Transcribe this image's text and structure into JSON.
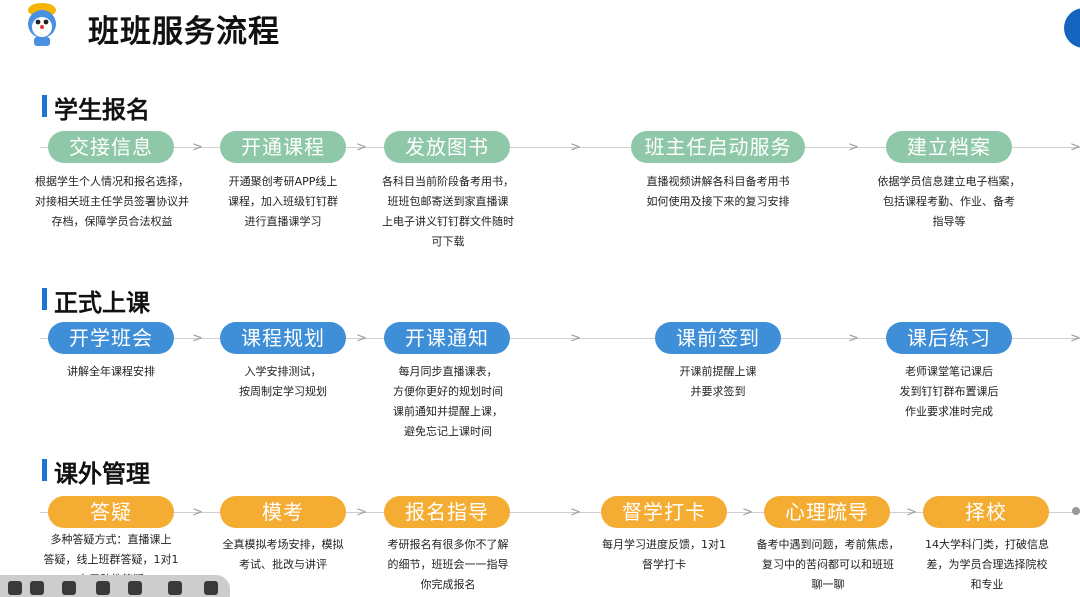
{
  "header": {
    "title": "班班服务流程"
  },
  "sections": [
    {
      "title": "学生报名",
      "steps": [
        {
          "label": "交接信息",
          "desc": [
            "根据学生个人情况和报名选择，",
            "对接相关班主任学员签署协议并",
            "存档，保障学员合法权益"
          ]
        },
        {
          "label": "开通课程",
          "desc": [
            "开通聚创考研APP线上",
            "课程，加入班级钉钉群",
            "进行直播课学习"
          ]
        },
        {
          "label": "发放图书",
          "desc": [
            "各科目当前阶段备考用书，",
            "班班包邮寄送到家直播课",
            "上电子讲义钉钉群文件随时",
            "可下载"
          ]
        },
        {
          "label": "班主任启动服务",
          "desc": [
            "直播视频讲解各科目备考用书",
            "如何使用及接下来的复习安排"
          ]
        },
        {
          "label": "建立档案",
          "desc": [
            "依据学员信息建立电子档案，",
            "包括课程考勤、作业、备考",
            "指导等"
          ]
        }
      ]
    },
    {
      "title": "正式上课",
      "steps": [
        {
          "label": "开学班会",
          "desc": [
            "讲解全年课程安排"
          ]
        },
        {
          "label": "课程规划",
          "desc": [
            "入学安排测试，",
            "按周制定学习规划"
          ]
        },
        {
          "label": "开课通知",
          "desc": [
            "每月同步直播课表，",
            "方便你更好的规划时间",
            "课前通知并提醒上课，",
            "避免忘记上课时间"
          ]
        },
        {
          "label": "课前签到",
          "desc": [
            "开课前提醒上课",
            "并要求签到"
          ]
        },
        {
          "label": "课后练习",
          "desc": [
            "老师课堂笔记课后",
            "发到钉钉群布置课后",
            "作业要求准时完成"
          ]
        }
      ]
    },
    {
      "title": "课外管理",
      "steps": [
        {
          "label": "答疑",
          "desc": [
            "多种答疑方式：直播课上",
            "答疑，线上班群答疑，1对1",
            "专属助教答疑"
          ]
        },
        {
          "label": "模考",
          "desc": [
            "全真模拟考场安排，模拟",
            "考试、批改与讲评"
          ]
        },
        {
          "label": "报名指导",
          "desc": [
            "考研报名有很多你不了解",
            "的细节，班班会一一指导",
            "你完成报名"
          ]
        },
        {
          "label": "督学打卡",
          "desc": [
            "每月学习进度反馈，1对1",
            "督学打卡"
          ]
        },
        {
          "label": "心理疏导",
          "desc": [
            "备考中遇到问题，考前焦虑，",
            "复习中的苦闷都可以和班班",
            "聊一聊"
          ]
        },
        {
          "label": "择校",
          "desc": [
            "14大学科门类，打破信息",
            "差，为学员合理选择院校",
            "和专业"
          ]
        }
      ]
    }
  ],
  "colors": {
    "green": "#8fc8a8",
    "blue": "#3e8ed8",
    "orange": "#f5ac33",
    "accent": "#1976d2"
  }
}
